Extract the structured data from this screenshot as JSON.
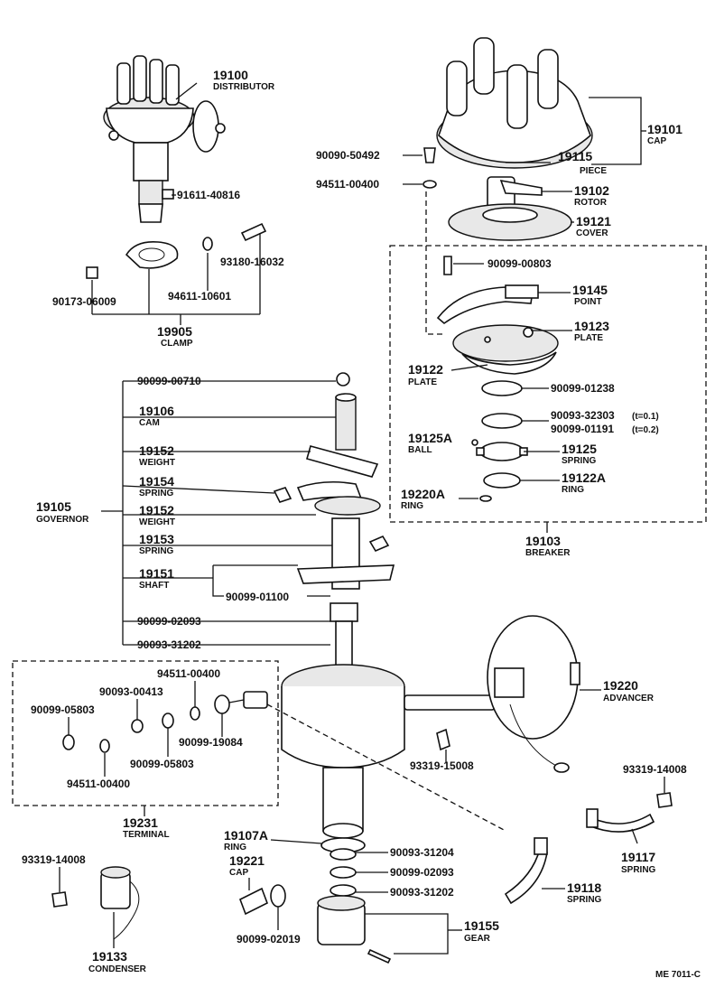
{
  "parts": {
    "distributor": {
      "number": "19100",
      "name": "DISTRIBUTOR"
    },
    "cap": {
      "number": "19101",
      "name": "CAP"
    },
    "piece": {
      "number": "19115",
      "name": "PIECE"
    },
    "rotor": {
      "number": "19102",
      "name": "ROTOR"
    },
    "cover": {
      "number": "19121",
      "name": "COVER"
    },
    "point": {
      "number": "19145",
      "name": "POINT"
    },
    "plate_19123": {
      "number": "19123",
      "name": "PLATE"
    },
    "plate_19122": {
      "number": "19122",
      "name": "PLATE"
    },
    "ball": {
      "number": "19125A",
      "name": "BALL"
    },
    "spring_19125": {
      "number": "19125",
      "name": "SPRING"
    },
    "ring_19122a": {
      "number": "19122A",
      "name": "RING"
    },
    "ring_19220a": {
      "number": "19220A",
      "name": "RING"
    },
    "breaker": {
      "number": "19103",
      "name": "BREAKER"
    },
    "clamp": {
      "number": "19905",
      "name": "CLAMP"
    },
    "cam": {
      "number": "19106",
      "name": "CAM"
    },
    "weight_upper": {
      "number": "19152",
      "name": "WEIGHT"
    },
    "spring_19154": {
      "number": "19154",
      "name": "SPRING"
    },
    "weight_lower": {
      "number": "19152",
      "name": "WEIGHT"
    },
    "spring_19153": {
      "number": "19153",
      "name": "SPRING"
    },
    "shaft": {
      "number": "19151",
      "name": "SHAFT"
    },
    "governor": {
      "number": "19105",
      "name": "GOVERNOR"
    },
    "advancer": {
      "number": "19220",
      "name": "ADVANCER"
    },
    "terminal": {
      "number": "19231",
      "name": "TERMINAL"
    },
    "ring_19107a": {
      "number": "19107A",
      "name": "RING"
    },
    "cap_19221": {
      "number": "19221",
      "name": "CAP"
    },
    "spring_19117": {
      "number": "19117",
      "name": "SPRING"
    },
    "spring_19118": {
      "number": "19118",
      "name": "SPRING"
    },
    "gear": {
      "number": "19155",
      "name": "GEAR"
    },
    "condenser": {
      "number": "19133",
      "name": "CONDENSER"
    }
  },
  "hardware": {
    "p91611_40816": "91611-40816",
    "p93180_16032": "93180-16032",
    "p90173_06009": "90173-06009",
    "p94611_10601": "94611-10601",
    "p90090_50492": "90090-50492",
    "p94511_00400_top": "94511-00400",
    "p90099_00803": "90099-00803",
    "p90099_01238": "90099-01238",
    "p90093_32303": "90093-32303",
    "p90093_32303_note": "(t=0.1)",
    "p90099_01191": "90099-01191",
    "p90099_01191_note": "(t=0.2)",
    "p90099_00710": "90099-00710",
    "p90099_01100": "90099-01100",
    "p90099_02093_upper": "90099-02093",
    "p90093_31202_upper": "90093-31202",
    "p94511_00400_term": "94511-00400",
    "p90093_00413": "90093-00413",
    "p90099_05803_a": "90099-05803",
    "p90099_19084": "90099-19084",
    "p90099_05803_b": "90099-05803",
    "p94511_00400_low": "94511-00400",
    "p93319_15008": "93319-15008",
    "p93319_14008_right": "93319-14008",
    "p90093_31204": "90093-31204",
    "p90099_02093_lower": "90099-02093",
    "p90093_31202_lower": "90093-31202",
    "p90099_02019": "90099-02019",
    "p93319_14008_left": "93319-14008"
  },
  "footer": {
    "code": "ME 7011-C"
  }
}
